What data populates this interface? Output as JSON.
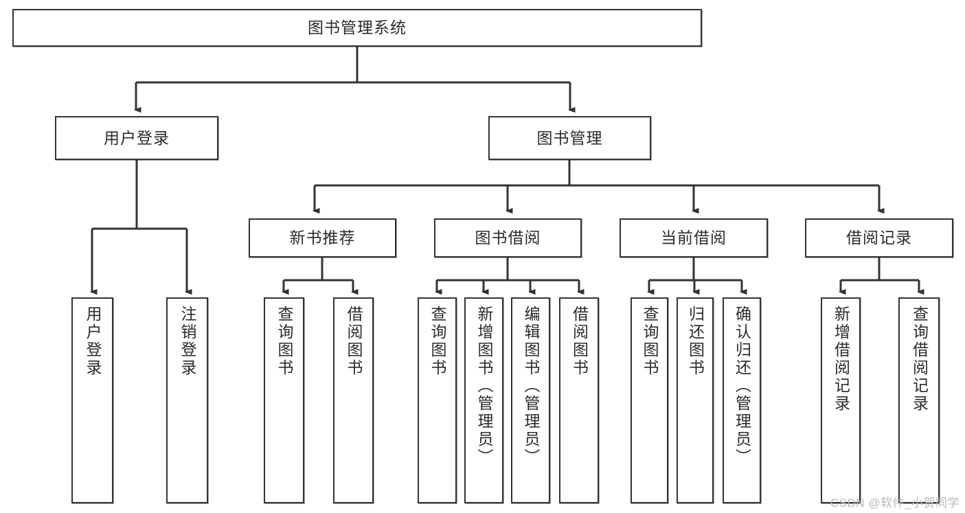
{
  "diagram": {
    "type": "tree-hierarchy",
    "title": "图书管理系统",
    "watermark": "CSDN @软件_小贺同学",
    "colors": {
      "box_border": "#333333",
      "box_fill": "#ffffff",
      "edge": "#333333",
      "text": "#2b2b2b",
      "watermark": "#b9b9b9"
    },
    "nodes": {
      "root": {
        "label": "图书管理系统"
      },
      "level2": [
        {
          "id": "user-login",
          "label": "用户登录"
        },
        {
          "id": "book-management",
          "label": "图书管理"
        }
      ],
      "level3": [
        {
          "id": "new-book-recommend",
          "label": "新书推荐"
        },
        {
          "id": "book-borrow",
          "label": "图书借阅"
        },
        {
          "id": "current-borrow",
          "label": "当前借阅"
        },
        {
          "id": "borrow-record",
          "label": "借阅记录"
        }
      ],
      "leaves": {
        "user_login": [
          {
            "id": "leaf-user-login",
            "label": "用户登录"
          },
          {
            "id": "leaf-logout-login",
            "label": "注销登录"
          }
        ],
        "new_book_recommend": [
          {
            "id": "leaf-query-book-1",
            "label": "查询图书"
          },
          {
            "id": "leaf-borrow-book-1",
            "label": "借阅图书"
          }
        ],
        "book_borrow": [
          {
            "id": "leaf-query-book-2",
            "label": "查询图书"
          },
          {
            "id": "leaf-add-book",
            "label": "新增图书（管理员）"
          },
          {
            "id": "leaf-edit-book",
            "label": "编辑图书（管理员）"
          },
          {
            "id": "leaf-borrow-book-2",
            "label": "借阅图书"
          }
        ],
        "current_borrow": [
          {
            "id": "leaf-query-book-3",
            "label": "查询图书"
          },
          {
            "id": "leaf-return-book",
            "label": "归还图书"
          },
          {
            "id": "leaf-confirm-return",
            "label": "确认归还（管理员）"
          }
        ],
        "borrow_record": [
          {
            "id": "leaf-add-borrow-record",
            "label": "新增借阅记录"
          },
          {
            "id": "leaf-query-borrow-record",
            "label": "查询借阅记录"
          }
        ]
      }
    }
  }
}
